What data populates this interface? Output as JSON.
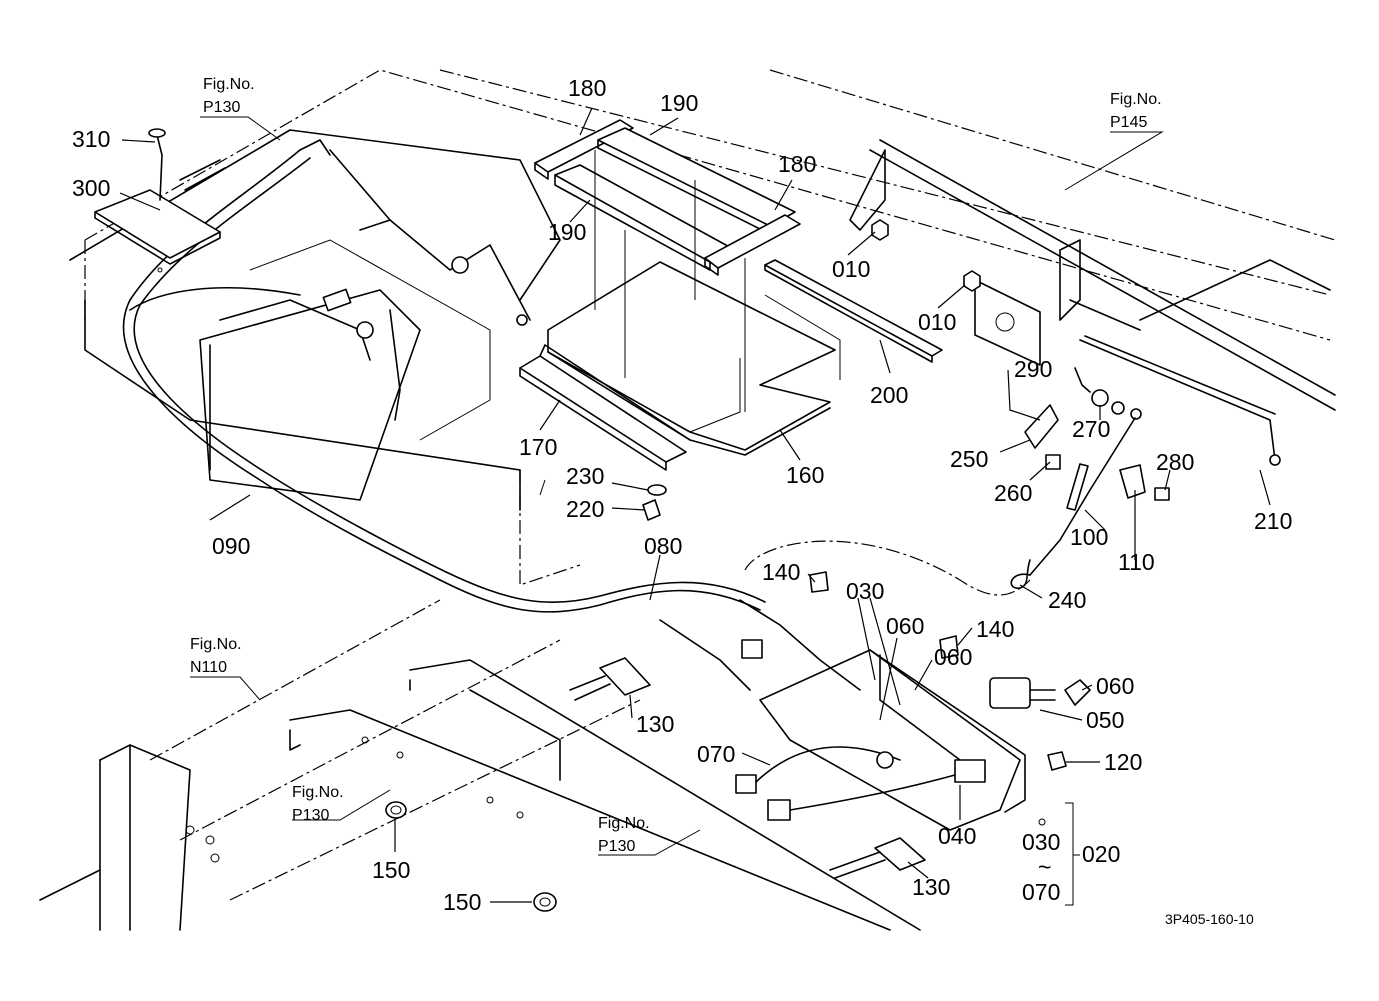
{
  "figure_refs": [
    {
      "id": "fig-p130-top",
      "line1": "Fig.No.",
      "line2": "P130"
    },
    {
      "id": "fig-p145",
      "line1": "Fig.No.",
      "line2": "P145"
    },
    {
      "id": "fig-n110",
      "line1": "Fig.No.",
      "line2": "N110"
    },
    {
      "id": "fig-p130-mid",
      "line1": "Fig.No.",
      "line2": "P130"
    },
    {
      "id": "fig-p130-bottom",
      "line1": "Fig.No.",
      "line2": "P130"
    }
  ],
  "callouts": [
    {
      "id": "c310",
      "text": "310"
    },
    {
      "id": "c300",
      "text": "300"
    },
    {
      "id": "c180a",
      "text": "180"
    },
    {
      "id": "c190a",
      "text": "190"
    },
    {
      "id": "c180b",
      "text": "180"
    },
    {
      "id": "c190b",
      "text": "190"
    },
    {
      "id": "c010a",
      "text": "010"
    },
    {
      "id": "c010b",
      "text": "010"
    },
    {
      "id": "c200",
      "text": "200"
    },
    {
      "id": "c290",
      "text": "290"
    },
    {
      "id": "c270",
      "text": "270"
    },
    {
      "id": "c170",
      "text": "170"
    },
    {
      "id": "c160",
      "text": "160"
    },
    {
      "id": "c250",
      "text": "250"
    },
    {
      "id": "c280",
      "text": "280"
    },
    {
      "id": "c230",
      "text": "230"
    },
    {
      "id": "c220",
      "text": "220"
    },
    {
      "id": "c260",
      "text": "260"
    },
    {
      "id": "c210",
      "text": "210"
    },
    {
      "id": "c100",
      "text": "100"
    },
    {
      "id": "c110",
      "text": "110"
    },
    {
      "id": "c090",
      "text": "090"
    },
    {
      "id": "c080",
      "text": "080"
    },
    {
      "id": "c240",
      "text": "240"
    },
    {
      "id": "c140a",
      "text": "140"
    },
    {
      "id": "c030a",
      "text": "030"
    },
    {
      "id": "c060a",
      "text": "060"
    },
    {
      "id": "c140b",
      "text": "140"
    },
    {
      "id": "c060b",
      "text": "060"
    },
    {
      "id": "c060c",
      "text": "060"
    },
    {
      "id": "c050",
      "text": "050"
    },
    {
      "id": "c130a",
      "text": "130"
    },
    {
      "id": "c070a",
      "text": "070"
    },
    {
      "id": "c120",
      "text": "120"
    },
    {
      "id": "c040",
      "text": "040"
    },
    {
      "id": "c030b",
      "text": "030"
    },
    {
      "id": "c020",
      "text": "020"
    },
    {
      "id": "c070b",
      "text": "070"
    },
    {
      "id": "c150a",
      "text": "150"
    },
    {
      "id": "c130b",
      "text": "130"
    },
    {
      "id": "c150b",
      "text": "150"
    }
  ],
  "range_symbol": "~",
  "drawing_code": "3P405-160-10"
}
